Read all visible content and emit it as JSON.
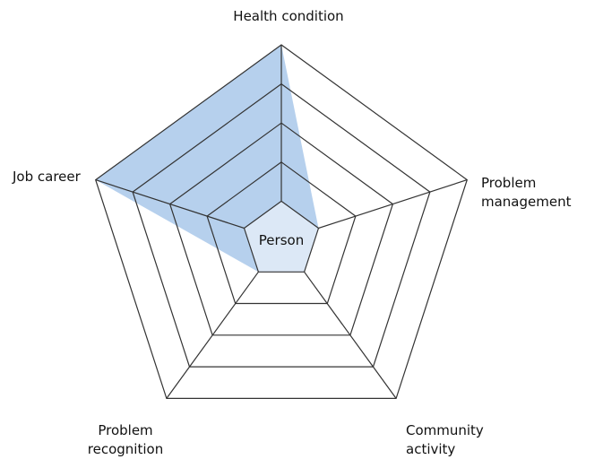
{
  "chart_data": {
    "type": "radar",
    "title": "",
    "center_label": "Person",
    "axes": [
      {
        "label_lines": [
          "Health condition"
        ]
      },
      {
        "label_lines": [
          "Problem",
          "management"
        ]
      },
      {
        "label_lines": [
          "Community",
          "activity"
        ]
      },
      {
        "label_lines": [
          "Problem",
          "recognition"
        ]
      },
      {
        "label_lines": [
          "Job career"
        ]
      }
    ],
    "levels": 5,
    "range": [
      0,
      5
    ],
    "series": [
      {
        "values": [
          5,
          1,
          1,
          1,
          5
        ],
        "fill_color": "#a9c8ea",
        "fill_opacity": 0.85
      }
    ],
    "grid_color": "#333333",
    "center_fill_color": "#dce8f6"
  }
}
